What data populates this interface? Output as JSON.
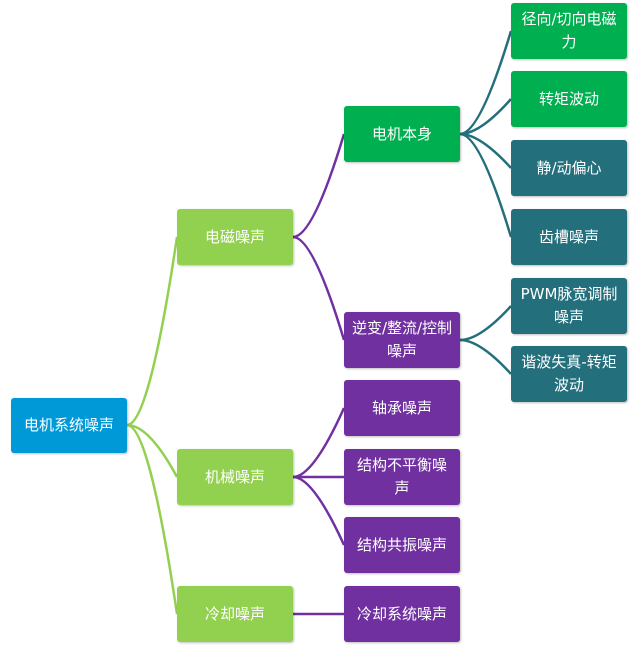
{
  "root": {
    "label": "电机系统噪声"
  },
  "level1": [
    {
      "label": "电磁噪声"
    },
    {
      "label": "机械噪声"
    },
    {
      "label": "冷却噪声"
    }
  ],
  "level2": [
    {
      "label": "电机本身"
    },
    {
      "label": "逆变/整流/控制噪声"
    },
    {
      "label": "轴承噪声"
    },
    {
      "label": "结构不平衡噪声"
    },
    {
      "label": "结构共振噪声"
    },
    {
      "label": "冷却系统噪声"
    }
  ],
  "level3": [
    {
      "label": "径向/切向电磁力"
    },
    {
      "label": "转矩波动"
    },
    {
      "label": "静/动偏心"
    },
    {
      "label": "齿槽噪声"
    },
    {
      "label": "PWM脉宽调制噪声"
    },
    {
      "label": "谐波失真-转矩波动"
    }
  ],
  "colors": {
    "root": "#0099d8",
    "level1": "#92d050",
    "green": "#00b050",
    "purple": "#7030a0",
    "teal": "#246f7c",
    "line_root": "#92d050",
    "line_level1": "#7030a0",
    "line_level2": "#246f7c"
  }
}
